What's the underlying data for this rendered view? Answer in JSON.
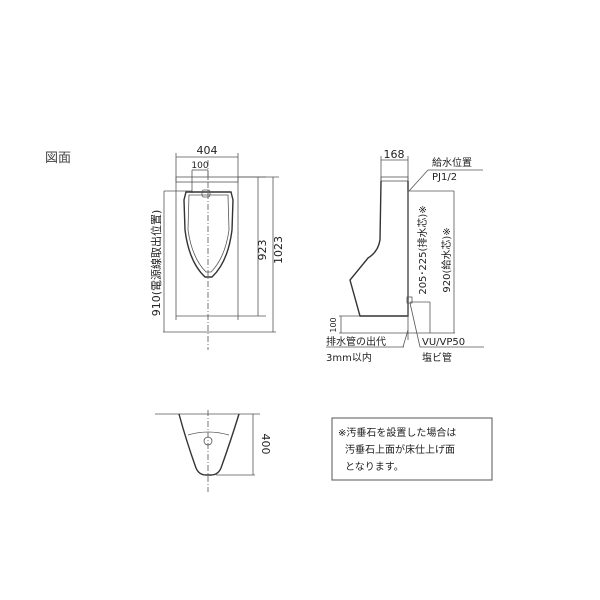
{
  "title": "図面",
  "front_view": {
    "width_label": "404",
    "inner_width_label": "100",
    "height_923_label": "923",
    "height_1023_label": "1023",
    "power_label": "910(電源線取出位置)"
  },
  "side_view": {
    "depth_label": "168",
    "supply_label_line1": "給水位置",
    "supply_label_line2": "PJ1/2",
    "drain_center_label": "205･225(排水芯)※",
    "supply_center_label": "920(給水芯)※",
    "floor_offset_label": "100",
    "drain_pipe_line1": "排水管の出代",
    "drain_pipe_line2": "3mm以内",
    "pipe_spec_line1": "VU/VP50",
    "pipe_spec_line2": "塩ビ管"
  },
  "top_view": {
    "depth_label": "400"
  },
  "note": {
    "line1": "※汚垂石を設置した場合は",
    "line2": "汚垂石上面が床仕上げ面",
    "line3": "となります。"
  }
}
